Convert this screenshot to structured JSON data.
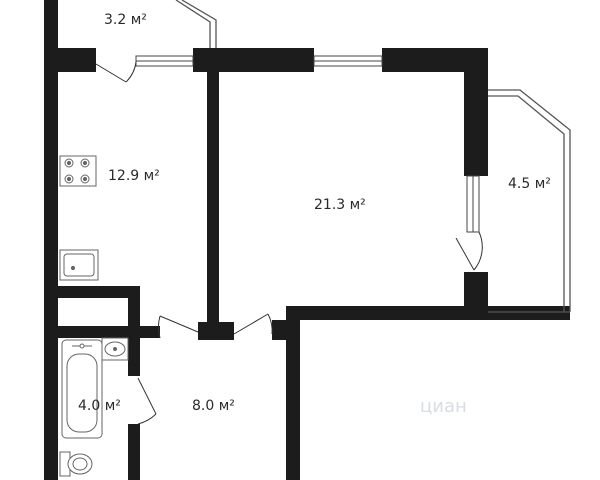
{
  "rooms": {
    "balcony_top": "3.2 м²",
    "kitchen": "12.9 м²",
    "living": "21.3 м²",
    "balcony_right": "4.5 м²",
    "bathroom": "4.0 м²",
    "hall": "8.0 м²"
  },
  "watermark": "циан",
  "colors": {
    "wall": "#1c1c1c",
    "fixture": "#666666",
    "background": "#ffffff"
  }
}
